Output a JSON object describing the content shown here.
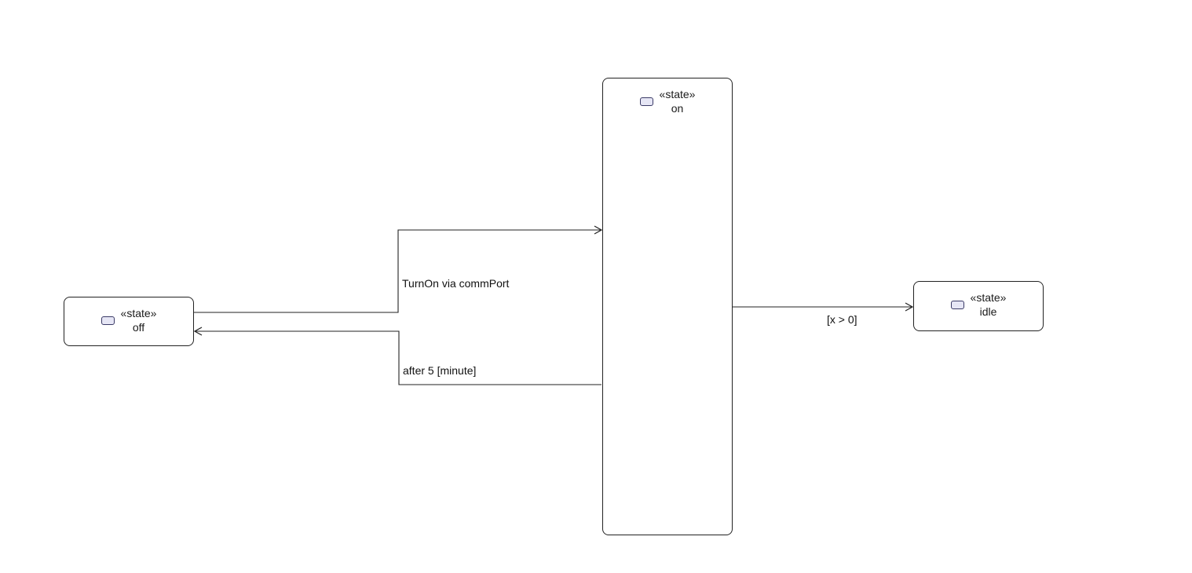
{
  "diagram": {
    "type": "state-machine",
    "states": [
      {
        "id": "off",
        "stereotype": "«state»",
        "name": "off"
      },
      {
        "id": "on",
        "stereotype": "«state»",
        "name": "on"
      },
      {
        "id": "idle",
        "stereotype": "«state»",
        "name": "idle"
      }
    ],
    "transitions": [
      {
        "id": "off-to-on",
        "from": "off",
        "to": "on",
        "label": "TurnOn via commPort"
      },
      {
        "id": "on-to-off",
        "from": "on",
        "to": "off",
        "label": "after 5 [minute]"
      },
      {
        "id": "on-to-idle",
        "from": "on",
        "to": "idle",
        "label": "[x > 0]"
      }
    ]
  }
}
